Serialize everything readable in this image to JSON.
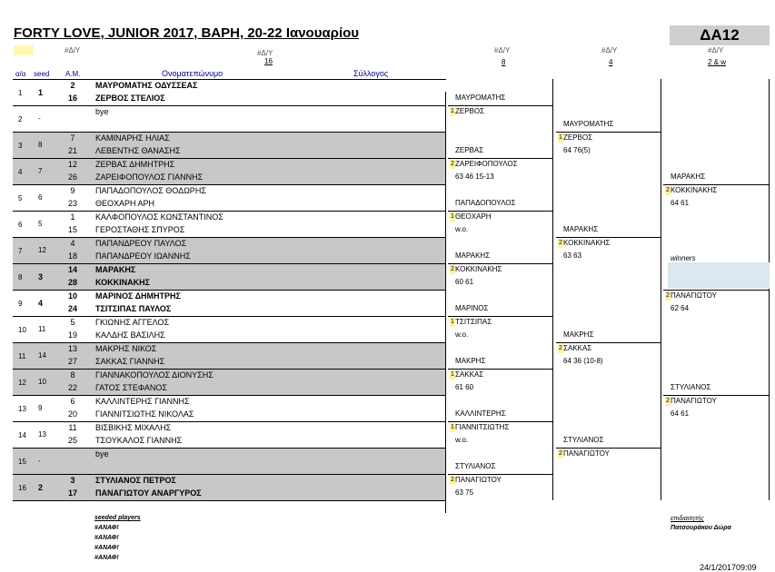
{
  "title": "FORTY LOVE, JUNIOR 2017, ΒΑΡΗ, 20-22 Ιανουαρίου",
  "category": "ΔΑ12",
  "header": {
    "na_label": "#Δ/Υ",
    "main_na": "#Δ/Υ",
    "draw_size": "16",
    "col_oa": "α/α",
    "col_seed": "seed",
    "col_am": "Α.Μ.",
    "col_name": "Ονοματεπώνυμο",
    "col_club": "Σύλλογος",
    "rounds": [
      {
        "na": "#Δ/Υ",
        "label": "8"
      },
      {
        "na": "#Δ/Υ",
        "label": "4"
      },
      {
        "na": "#Δ/Υ",
        "label": "2 & w"
      }
    ]
  },
  "draw": [
    {
      "pos": "1",
      "seed": "1",
      "am1": "2",
      "p1": "ΜΑΥΡΟΜΑΤΗΣ ΟΔΥΣΣΕΑΣ",
      "am2": "16",
      "p2": "ΖΕΡΒΟΣ ΣΤΕΛΙΟΣ"
    },
    {
      "pos": "2",
      "seed": "-",
      "am1": "",
      "p1": "bye",
      "am2": "",
      "p2": ""
    },
    {
      "pos": "3",
      "seed": "8",
      "am1": "7",
      "p1": "ΚΑΜΙΝΑΡΗΣ ΗΛΙΑΣ",
      "am2": "21",
      "p2": "ΛΕΒΕΝΤΗΣ ΘΑΝΑΣΗΣ"
    },
    {
      "pos": "4",
      "seed": "7",
      "am1": "12",
      "p1": "ΖΕΡΒΑΣ ΔΗΜΗΤΡΗΣ",
      "am2": "26",
      "p2": "ΖΑΡΕΙΦΟΠΟΥΛΟΣ ΓΙΑΝΝΗΣ"
    },
    {
      "pos": "5",
      "seed": "6",
      "am1": "9",
      "p1": "ΠΑΠΑΔΟΠΟΥΛΟΣ ΘΟΔΩΡΗΣ",
      "am2": "23",
      "p2": "ΘΕΟΧΑΡΗ ΑΡΗ"
    },
    {
      "pos": "6",
      "seed": "5",
      "am1": "1",
      "p1": "ΚΑΛΦΟΠΟΥΛΟΣ ΚΩΝΣΤΑΝΤΙΝΟΣ",
      "am2": "15",
      "p2": "ΓΕΡΟΣΤΑΘΗΣ ΣΠΥΡΟΣ"
    },
    {
      "pos": "7",
      "seed": "12",
      "am1": "4",
      "p1": "ΠΑΠΑΝΔΡΕΟΥ ΠΑΥΛΟΣ",
      "am2": "18",
      "p2": "ΠΑΠΑΝΔΡΕΟΥ ΙΩΑΝΝΗΣ"
    },
    {
      "pos": "8",
      "seed": "3",
      "am1": "14",
      "p1": "ΜΑΡΑΚΗΣ",
      "am2": "28",
      "p2": "ΚΟΚΚΙΝΑΚΗΣ"
    },
    {
      "pos": "9",
      "seed": "4",
      "am1": "10",
      "p1": "ΜΑΡΙΝΟΣ ΔΗΜΗΤΡΗΣ",
      "am2": "24",
      "p2": "ΤΣΙΤΣΙΠΑΣ ΠΑΥΛΟΣ"
    },
    {
      "pos": "10",
      "seed": "11",
      "am1": "5",
      "p1": "ΓΚΙΩΝΗΣ ΑΓΓΕΛΟΣ",
      "am2": "19",
      "p2": "ΚΑΛΔΗΣ ΒΑΣΙΛΗΣ"
    },
    {
      "pos": "11",
      "seed": "14",
      "am1": "13",
      "p1": "ΜΑΚΡΗΣ ΝΙΚΟΣ",
      "am2": "27",
      "p2": "ΣΑΚΚΑΣ ΓΙΑΝΝΗΣ"
    },
    {
      "pos": "12",
      "seed": "10",
      "am1": "8",
      "p1": "ΓΙΑΝΝΑΚΟΠΟΥΛΟΣ ΔΙΟΝΥΣΗΣ",
      "am2": "22",
      "p2": "ΓΑΤΟΣ ΣΤΕΦΑΝΟΣ"
    },
    {
      "pos": "13",
      "seed": "9",
      "am1": "6",
      "p1": "ΚΑΛΛΙΝΤΕΡΗΣ ΓΙΑΝΝΗΣ",
      "am2": "20",
      "p2": "ΓΙΑΝΝΙΤΣΙΩΤΗΣ ΝΙΚΟΛΑΣ"
    },
    {
      "pos": "14",
      "seed": "13",
      "am1": "11",
      "p1": "ΒΙΣΒΙΚΗΣ ΜΙΧΑΛΗΣ",
      "am2": "25",
      "p2": "ΤΣΟΥΚΑΛΟΣ ΓΙΑΝΝΗΣ"
    },
    {
      "pos": "15",
      "seed": "-",
      "am1": "",
      "p1": "bye",
      "am2": "",
      "p2": ""
    },
    {
      "pos": "16",
      "seed": "2",
      "am1": "3",
      "p1": "ΣΤΥΛΙΑΝΟΣ ΠΕΤΡΟΣ",
      "am2": "17",
      "p2": "ΠΑΝΑΓΙΩΤΟΥ ΑΝΑΡΓΥΡΟΣ"
    }
  ],
  "round1": [
    {
      "n1": "ΜΑΥΡΟΜΑΤΗΣ",
      "n2": "ΖΕΡΒΟΣ",
      "mark": "1",
      "score": ""
    },
    {
      "n1": "ΖΕΡΒΑΣ",
      "n2": "ΖΑΡΕΙΦΟΠΟΥΛΟΣ",
      "mark": "2",
      "score": "63 46 15-13"
    },
    {
      "n1": "ΠΑΠΑΔΟΠΟΥΛΟΣ",
      "n2": "ΘΕΟΧΑΡΗ",
      "mark": "1",
      "score": "w.o."
    },
    {
      "n1": "ΜΑΡΑΚΗΣ",
      "n2": "ΚΟΚΚΙΝΑΚΗΣ",
      "mark": "2",
      "score": "60 61"
    },
    {
      "n1": "ΜΑΡΙΝΟΣ",
      "n2": "ΤΣΙΤΣΙΠΑΣ",
      "mark": "1",
      "score": "w.o."
    },
    {
      "n1": "ΜΑΚΡΗΣ",
      "n2": "ΣΑΚΚΑΣ",
      "mark": "1",
      "score": "61 60"
    },
    {
      "n1": "ΚΑΛΛΙΝΤΕΡΗΣ",
      "n2": "ΓΙΑΝΝΙΤΣΙΩΤΗΣ",
      "mark": "1",
      "score": "w.o."
    },
    {
      "n1": "ΣΤΥΛΙΑΝΟΣ",
      "n2": "ΠΑΝΑΓΙΩΤΟΥ",
      "mark": "2",
      "score": "63 75"
    }
  ],
  "round2": [
    {
      "n1": "ΜΑΥΡΟΜΑΤΗΣ",
      "n2": "ΖΕΡΒΟΣ",
      "mark": "1",
      "score": "64 76(5)"
    },
    {
      "n1": "ΜΑΡΑΚΗΣ",
      "n2": "ΚΟΚΚΙΝΑΚΗΣ",
      "mark": "2",
      "score": "63 63"
    },
    {
      "n1": "ΜΑΚΡΗΣ",
      "n2": "ΣΑΚΚΑΣ",
      "mark": "2",
      "score": "64 36 (10-8)"
    },
    {
      "n1": "ΣΤΥΛΙΑΝΟΣ",
      "n2": "ΠΑΝΑΓΙΩΤΟΥ",
      "mark": "2",
      "score": ""
    }
  ],
  "round3": [
    {
      "n1": "ΜΑΡΑΚΗΣ",
      "n2": "ΚΟΚΚΙΝΑΚΗΣ",
      "mark": "2",
      "score": "64 61"
    },
    {
      "n1": "ΣΤΥΛΙΑΝΟΣ",
      "n2": "ΠΑΝΑΓΙΩΤΟΥ",
      "mark": "2",
      "score": "64 61"
    }
  ],
  "final": {
    "label": "winners",
    "n1": "ΣΤΥΛΙΑΝΟΣ",
    "n2": "ΠΑΝΑΓΙΩΤΟΥ",
    "mark": "2",
    "score": "62 64"
  },
  "footer": {
    "seeded_title": "seeded players",
    "seeded_lines": [
      "#ΑΝΑΦ!",
      "#ΑΝΑΦ!",
      "#ΑΝΑΦ!",
      "#ΑΝΑΦ!"
    ],
    "referee_title": "επιδιαιτητής",
    "referee_name": "Πατσουράκου Δώρα",
    "timestamp": "24/1/201709:09"
  }
}
